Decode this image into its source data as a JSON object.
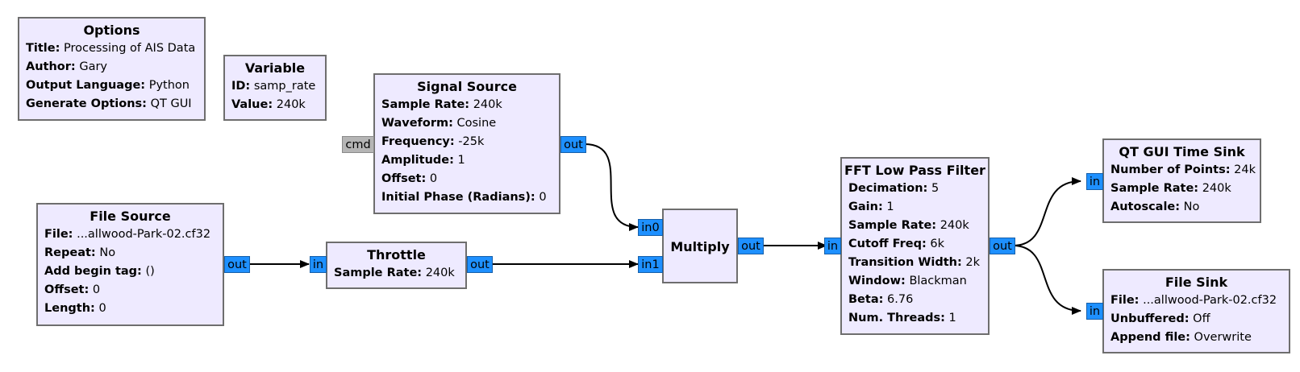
{
  "options": {
    "title": "Options",
    "params": [
      {
        "key": "Title:",
        "val": "Processing of AIS Data"
      },
      {
        "key": "Author:",
        "val": "Gary"
      },
      {
        "key": "Output Language:",
        "val": "Python"
      },
      {
        "key": "Generate Options:",
        "val": "QT GUI"
      }
    ]
  },
  "variable": {
    "title": "Variable",
    "params": [
      {
        "key": "ID:",
        "val": "samp_rate"
      },
      {
        "key": "Value:",
        "val": "240k"
      }
    ]
  },
  "signal_source": {
    "title": "Signal Source",
    "params": [
      {
        "key": "Sample Rate:",
        "val": "240k"
      },
      {
        "key": "Waveform:",
        "val": "Cosine"
      },
      {
        "key": "Frequency:",
        "val": "-25k"
      },
      {
        "key": "Amplitude:",
        "val": "1"
      },
      {
        "key": "Offset:",
        "val": "0"
      },
      {
        "key": "Initial Phase (Radians):",
        "val": "0"
      }
    ],
    "port_cmd": "cmd",
    "port_out": "out"
  },
  "file_source": {
    "title": "File Source",
    "params": [
      {
        "key": "File:",
        "val": "...allwood-Park-02.cf32"
      },
      {
        "key": "Repeat:",
        "val": "No"
      },
      {
        "key": "Add begin tag:",
        "val": "()"
      },
      {
        "key": "Offset:",
        "val": "0"
      },
      {
        "key": "Length:",
        "val": "0"
      }
    ],
    "port_out": "out"
  },
  "throttle": {
    "title": "Throttle",
    "params": [
      {
        "key": "Sample Rate:",
        "val": "240k"
      }
    ],
    "port_in": "in",
    "port_out": "out"
  },
  "multiply": {
    "title": "Multiply",
    "port_in0": "in0",
    "port_in1": "in1",
    "port_out": "out"
  },
  "fft_lpf": {
    "title": "FFT Low Pass Filter",
    "params": [
      {
        "key": "Decimation:",
        "val": "5"
      },
      {
        "key": "Gain:",
        "val": "1"
      },
      {
        "key": "Sample Rate:",
        "val": "240k"
      },
      {
        "key": "Cutoff Freq:",
        "val": "6k"
      },
      {
        "key": "Transition Width:",
        "val": "2k"
      },
      {
        "key": "Window:",
        "val": "Blackman"
      },
      {
        "key": "Beta:",
        "val": "6.76"
      },
      {
        "key": "Num. Threads:",
        "val": "1"
      }
    ],
    "port_in": "in",
    "port_out": "out"
  },
  "time_sink": {
    "title": "QT GUI Time Sink",
    "params": [
      {
        "key": "Number of Points:",
        "val": "24k"
      },
      {
        "key": "Sample Rate:",
        "val": "240k"
      },
      {
        "key": "Autoscale:",
        "val": "No"
      }
    ],
    "port_in": "in"
  },
  "file_sink": {
    "title": "File Sink",
    "params": [
      {
        "key": "File:",
        "val": "...allwood-Park-02.cf32"
      },
      {
        "key": "Unbuffered:",
        "val": "Off"
      },
      {
        "key": "Append file:",
        "val": "Overwrite"
      }
    ],
    "port_in": "in"
  },
  "colors": {
    "block_fill": "#eeeaff",
    "block_border": "#6e6e6e",
    "port_fill": "#1e90ff",
    "port_msg_fill": "#b5b5b5",
    "wire": "#000000"
  }
}
